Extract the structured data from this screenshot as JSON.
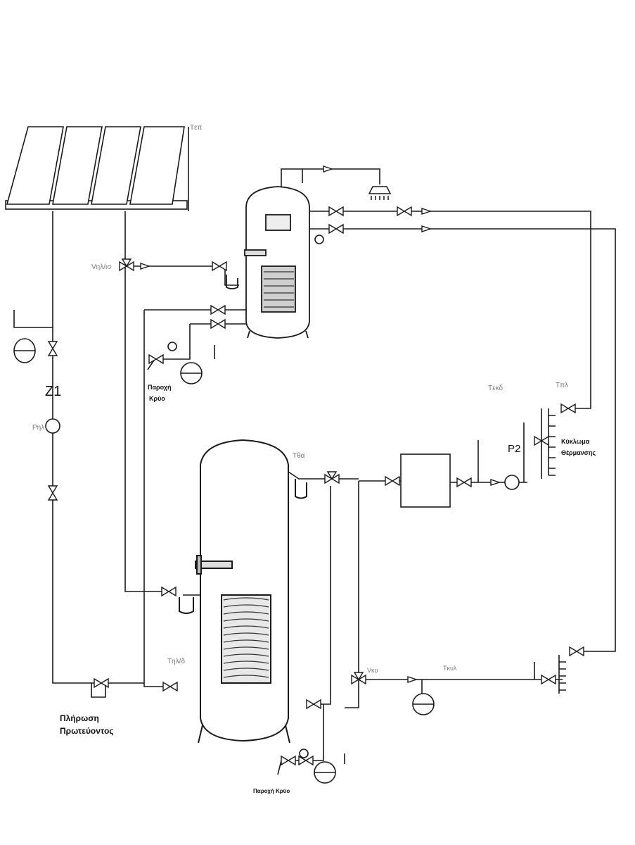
{
  "labels": {
    "t_top": "Tεπ",
    "v_sol": "Vηλ/ισ",
    "z1": "Z1",
    "p_sol": "Pηλ",
    "t_boiler_lower": "Tηλ/δ",
    "t_storage_top": "Tθα",
    "t_pump_right": "Tεκδ",
    "t_circuit": "Tπλ",
    "p2": "P2",
    "v_mix": "Vκυ",
    "t_mix": "Tκυλ",
    "supply_cold_upper_1": "Παροχή",
    "supply_cold_upper_2": "Κρύο",
    "supply_cold_lower": "Παροχή Κρύο",
    "fill_primary_1": "Πλήρωση",
    "fill_primary_2": "Πρωτεύοντος",
    "heating_circuit_1": "Κύκλωμα",
    "heating_circuit_2": "Θέρμανσης"
  },
  "colors": {
    "line": "#1a1a1a",
    "panel_fill": "#ffffff",
    "coil": "#333333"
  }
}
